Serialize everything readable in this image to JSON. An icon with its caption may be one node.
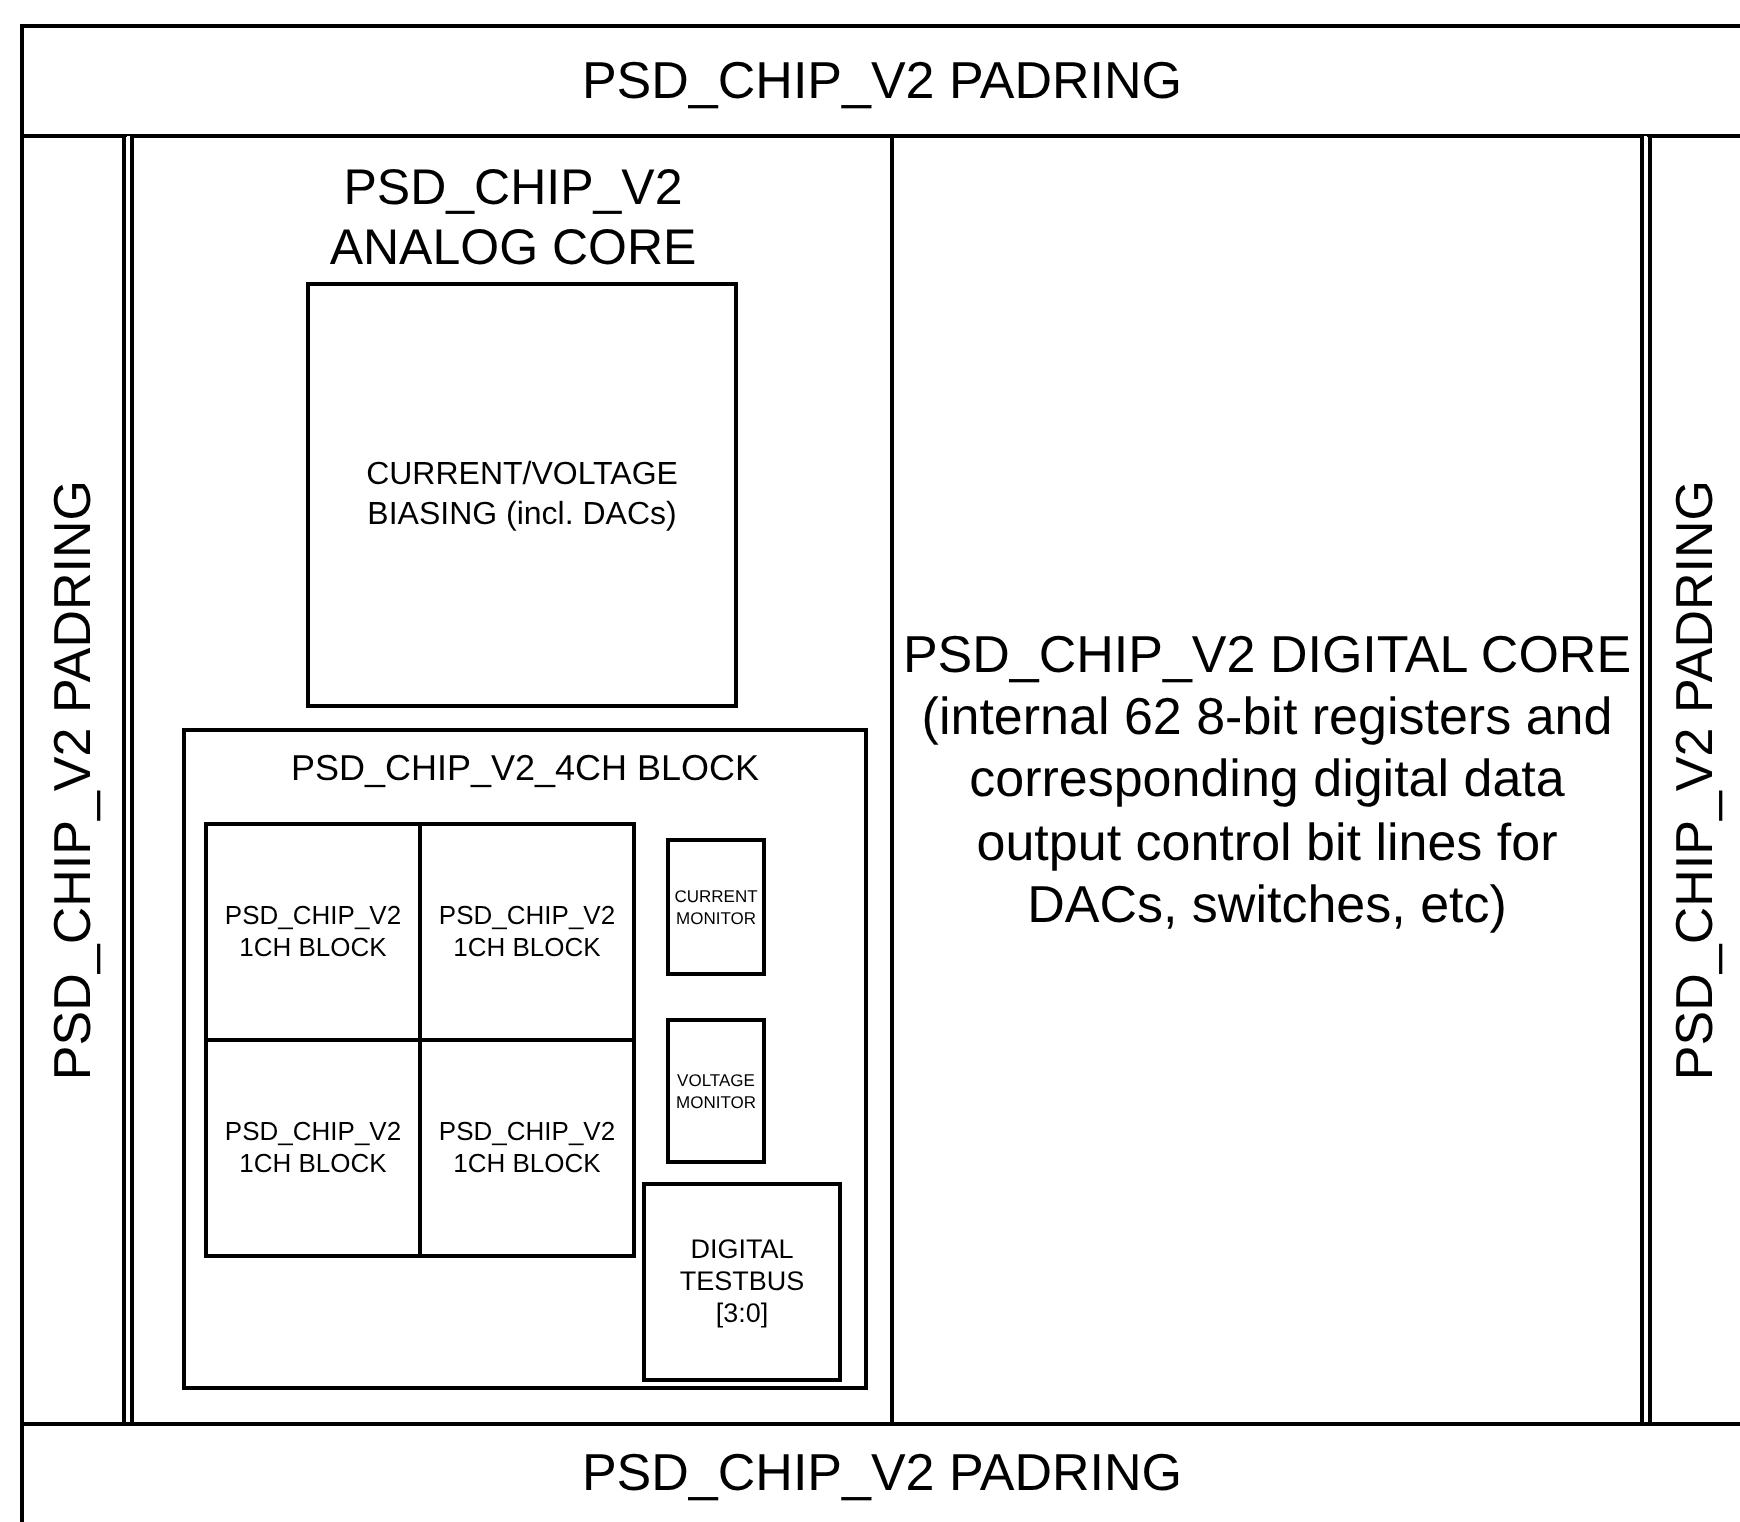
{
  "diagram": {
    "nodes": [
      {
        "text": [
          "PSD_CHIP_V2 PADRING"
        ]
      },
      {
        "text": [
          "PSD_CHIP_V2 PADRING"
        ]
      },
      {
        "text": [
          "PSD_CHIP_V2 ANALOG CORE"
        ]
      },
      {
        "text": [
          "CURRENT/VOLTAGE BIASING (incl. DACs)"
        ],
        "in": 2
      },
      {
        "text": [
          "PSD_CHIP_V2_4CH BLOCK"
        ],
        "in": 2
      },
      {
        "text": [
          "PSD_CHIP_V2 1CH BLOCK"
        ],
        "in": 4
      },
      {
        "text": [
          "PSD_CHIP_V2 1CH BLOCK"
        ],
        "in": 4
      },
      {
        "text": [
          "PSD_CHIP_V2 1CH BLOCK"
        ],
        "in": 4
      },
      {
        "text": [
          "PSD_CHIP_V2 1CH BLOCK"
        ],
        "in": 4
      },
      {
        "text": [
          "CURRENT MONITOR"
        ],
        "in": 4
      },
      {
        "text": [
          "VOLTAGE MONITOR"
        ],
        "in": 4
      },
      {
        "text": [
          "DIGITAL TESTBUS [3:0]"
        ],
        "in": 4
      },
      {
        "text": [
          "PSD_CHIP_V2 DIGITAL CORE (internal 62 8-bit registers and corresponding digital data output control bit lines for DACs, switches, etc)"
        ]
      },
      {
        "text": [
          "PSD_CHIP_V2 PADRING"
        ]
      },
      {
        "text": [
          "PSD_CHIP_V2 PADRING"
        ]
      }
    ],
    "edges": []
  }
}
